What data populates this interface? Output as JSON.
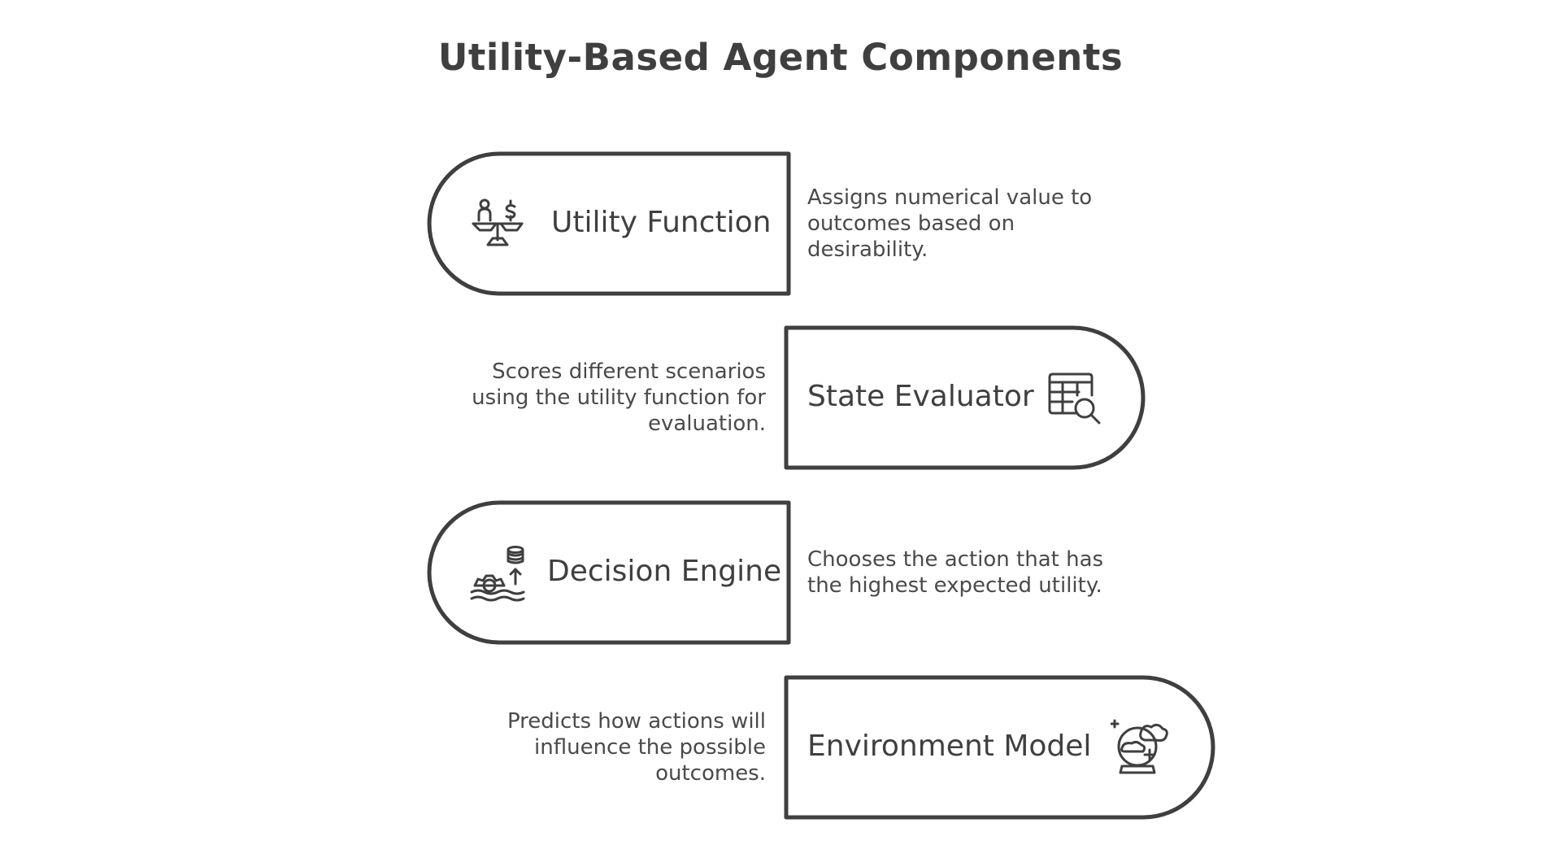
{
  "title": "Utility-Based Agent Components",
  "components": [
    {
      "name": "Utility Function",
      "description": "Assigns numerical value to outcomes based on desirability.",
      "icon": "scale-balance-icon"
    },
    {
      "name": "State Evaluator",
      "description": "Scores different scenarios using the utility function for evaluation.",
      "icon": "table-search-icon"
    },
    {
      "name": "Decision Engine",
      "description": "Chooses the action that has the highest expected utility.",
      "icon": "gear-growth-icon"
    },
    {
      "name": "Environment Model",
      "description": "Predicts how actions will influence the possible outcomes.",
      "icon": "crystal-ball-icon"
    }
  ],
  "colors": {
    "stroke": "#3f3f3f",
    "text": "#444444",
    "background": "#ffffff"
  }
}
